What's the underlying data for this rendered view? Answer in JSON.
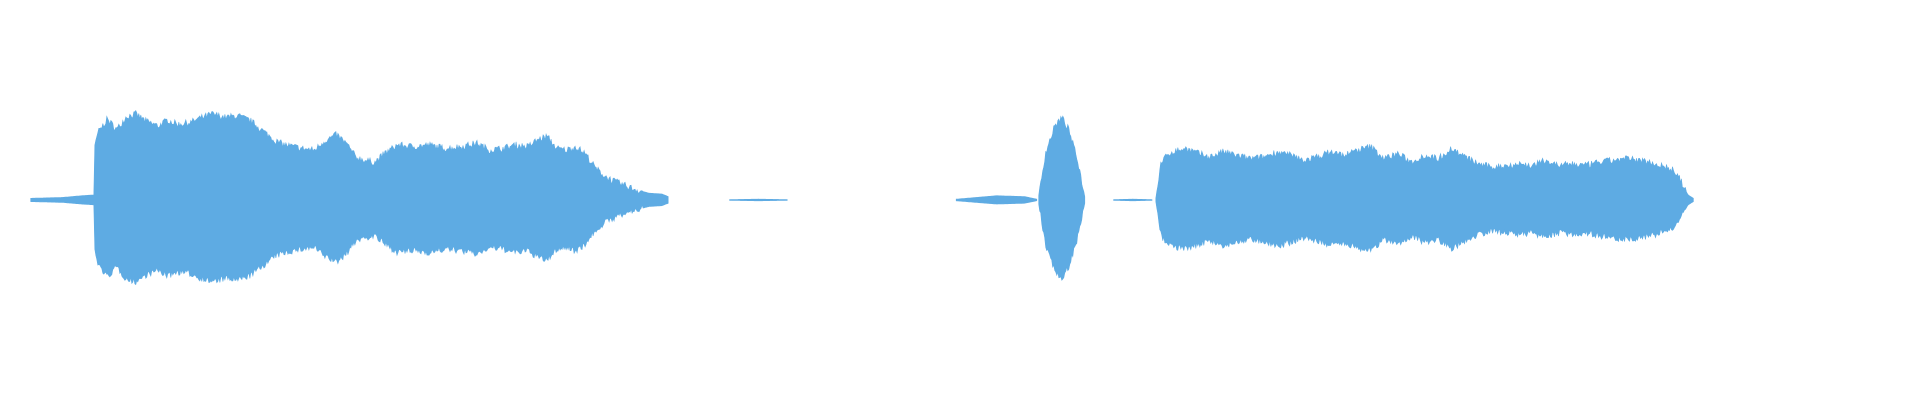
{
  "waveform": {
    "color": "#5eabe3",
    "background": "#ffffff",
    "segments": [
      {
        "name": "segment-1",
        "envelope": [
          [
            0.0,
            0.02
          ],
          [
            0.05,
            0.03
          ],
          [
            0.08,
            0.05
          ],
          [
            0.1,
            0.06
          ],
          [
            0.09,
            0.2
          ],
          [
            0.105,
            0.78
          ],
          [
            0.12,
            0.94
          ],
          [
            0.135,
            0.82
          ],
          [
            0.15,
            0.97
          ],
          [
            0.165,
            1.0
          ],
          [
            0.18,
            0.92
          ],
          [
            0.2,
            0.86
          ],
          [
            0.215,
            0.93
          ],
          [
            0.23,
            0.88
          ],
          [
            0.25,
            0.9
          ],
          [
            0.265,
            0.95
          ],
          [
            0.285,
            1.0
          ],
          [
            0.305,
            0.96
          ],
          [
            0.325,
            0.98
          ],
          [
            0.345,
            0.92
          ],
          [
            0.365,
            0.8
          ],
          [
            0.385,
            0.68
          ],
          [
            0.4,
            0.64
          ],
          [
            0.425,
            0.6
          ],
          [
            0.445,
            0.58
          ],
          [
            0.46,
            0.68
          ],
          [
            0.48,
            0.76
          ],
          [
            0.495,
            0.66
          ],
          [
            0.51,
            0.5
          ],
          [
            0.525,
            0.46
          ],
          [
            0.54,
            0.44
          ],
          [
            0.555,
            0.54
          ],
          [
            0.575,
            0.64
          ],
          [
            0.6,
            0.62
          ],
          [
            0.625,
            0.64
          ],
          [
            0.65,
            0.6
          ],
          [
            0.675,
            0.62
          ],
          [
            0.7,
            0.66
          ],
          [
            0.72,
            0.58
          ],
          [
            0.74,
            0.6
          ],
          [
            0.76,
            0.64
          ],
          [
            0.78,
            0.62
          ],
          [
            0.795,
            0.7
          ],
          [
            0.81,
            0.74
          ],
          [
            0.825,
            0.6
          ],
          [
            0.84,
            0.58
          ],
          [
            0.855,
            0.62
          ],
          [
            0.87,
            0.54
          ],
          [
            0.885,
            0.38
          ],
          [
            0.9,
            0.28
          ],
          [
            0.915,
            0.22
          ],
          [
            0.935,
            0.16
          ],
          [
            0.95,
            0.12
          ],
          [
            0.97,
            0.08
          ],
          [
            0.99,
            0.07
          ],
          [
            1.0,
            0.04
          ]
        ],
        "range": [
          0.016,
          0.348
        ]
      },
      {
        "name": "segment-2",
        "envelope": [
          [
            0.0,
            0.005
          ],
          [
            0.5,
            0.01
          ],
          [
            1.0,
            0.005
          ]
        ],
        "range": [
          0.38,
          0.41
        ]
      },
      {
        "name": "segment-3",
        "envelope": [
          [
            0.0,
            0.01
          ],
          [
            0.5,
            0.05
          ],
          [
            0.85,
            0.04
          ],
          [
            1.0,
            0.01
          ]
        ],
        "range": [
          0.498,
          0.54
        ]
      },
      {
        "name": "segment-4",
        "envelope": [
          [
            0.0,
            0.05
          ],
          [
            0.15,
            0.55
          ],
          [
            0.35,
            0.86
          ],
          [
            0.5,
            0.96
          ],
          [
            0.65,
            0.82
          ],
          [
            0.85,
            0.45
          ],
          [
            1.0,
            0.04
          ]
        ],
        "range": [
          0.541,
          0.565
        ]
      },
      {
        "name": "segment-5",
        "envelope": [
          [
            0.0,
            0.005
          ],
          [
            0.5,
            0.01
          ],
          [
            1.0,
            0.005
          ]
        ],
        "range": [
          0.58,
          0.6
        ]
      },
      {
        "name": "segment-6",
        "envelope": [
          [
            0.0,
            0.02
          ],
          [
            0.01,
            0.45
          ],
          [
            0.03,
            0.56
          ],
          [
            0.055,
            0.6
          ],
          [
            0.08,
            0.54
          ],
          [
            0.1,
            0.5
          ],
          [
            0.125,
            0.56
          ],
          [
            0.15,
            0.52
          ],
          [
            0.175,
            0.48
          ],
          [
            0.2,
            0.5
          ],
          [
            0.225,
            0.56
          ],
          [
            0.25,
            0.52
          ],
          [
            0.275,
            0.46
          ],
          [
            0.3,
            0.5
          ],
          [
            0.325,
            0.56
          ],
          [
            0.35,
            0.52
          ],
          [
            0.375,
            0.58
          ],
          [
            0.4,
            0.62
          ],
          [
            0.425,
            0.48
          ],
          [
            0.45,
            0.54
          ],
          [
            0.475,
            0.44
          ],
          [
            0.5,
            0.52
          ],
          [
            0.525,
            0.48
          ],
          [
            0.55,
            0.6
          ],
          [
            0.575,
            0.5
          ],
          [
            0.6,
            0.42
          ],
          [
            0.625,
            0.38
          ],
          [
            0.65,
            0.4
          ],
          [
            0.675,
            0.42
          ],
          [
            0.7,
            0.4
          ],
          [
            0.725,
            0.46
          ],
          [
            0.75,
            0.4
          ],
          [
            0.775,
            0.42
          ],
          [
            0.8,
            0.4
          ],
          [
            0.825,
            0.44
          ],
          [
            0.85,
            0.46
          ],
          [
            0.875,
            0.48
          ],
          [
            0.9,
            0.46
          ],
          [
            0.92,
            0.44
          ],
          [
            0.94,
            0.4
          ],
          [
            0.96,
            0.36
          ],
          [
            0.975,
            0.24
          ],
          [
            0.99,
            0.06
          ],
          [
            1.0,
            0.02
          ]
        ],
        "range": [
          0.602,
          0.882
        ]
      }
    ]
  }
}
